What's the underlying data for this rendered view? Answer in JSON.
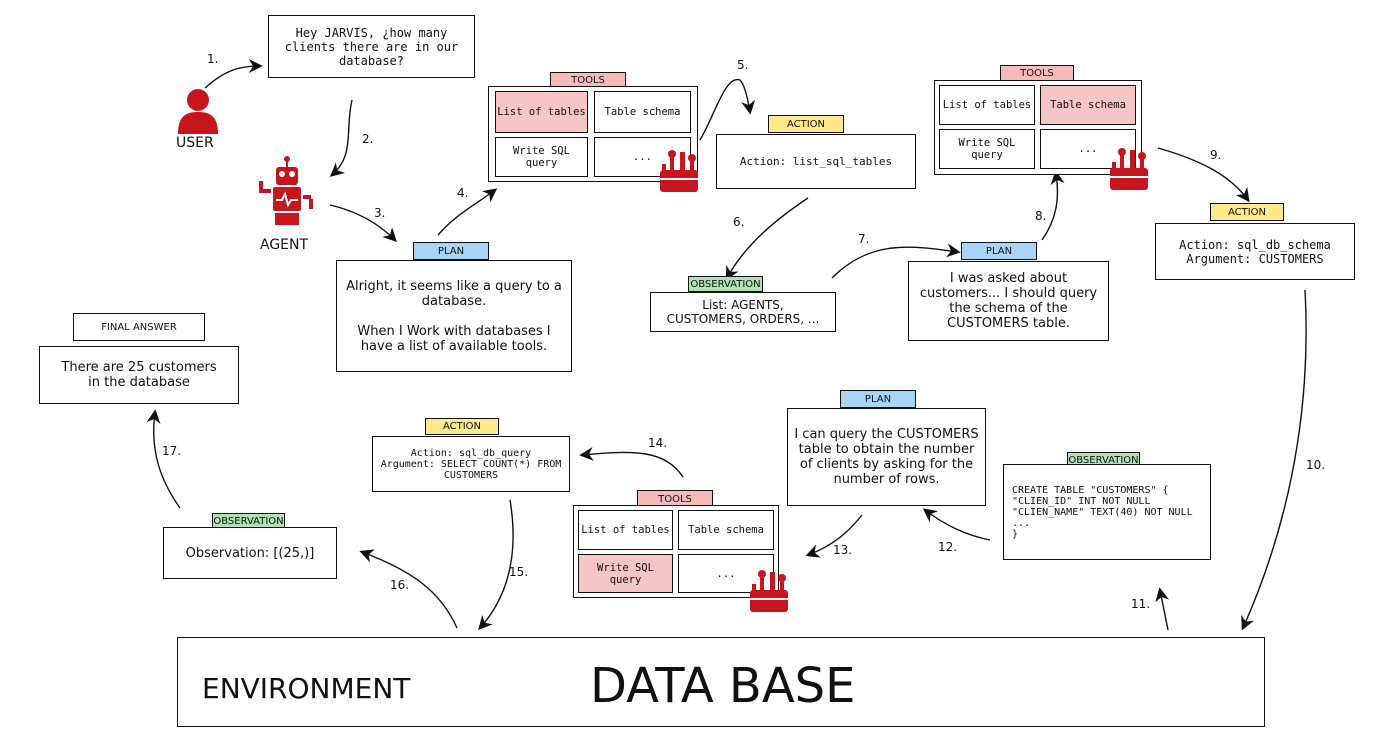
{
  "user_label": "USER",
  "agent_label": "AGENT",
  "question": "Hey JARVIS, ¿how many clients there are in our database?",
  "steps": [
    "1.",
    "2.",
    "3.",
    "4.",
    "5.",
    "6.",
    "7.",
    "8.",
    "9.",
    "10.",
    "11.",
    "12.",
    "13.",
    "14.",
    "15.",
    "16.",
    "17."
  ],
  "tags": {
    "tools": "TOOLS",
    "action": "ACTION",
    "plan": "PLAN",
    "observation": "OBSERVATION",
    "final_answer": "FINAL ANSWER"
  },
  "tools": {
    "list_of_tables": "List of tables",
    "table_schema": "Table schema",
    "write_sql_query": "Write SQL\nquery",
    "more": "..."
  },
  "plan1": "Alright, it seems like a query to a database.\n\nWhen I Work with databases I have a list of available tools.",
  "action1": "Action: list_sql_tables",
  "observation1": "List: AGENTS,\nCUSTOMERS, ORDERS, ...",
  "plan2": "I was asked about customers... I should query the schema of the CUSTOMERS table.",
  "action2": "Action: sql_db_schema\nArgument: CUSTOMERS",
  "observation2": "CREATE TABLE \"CUSTOMERS\" {\n\"CLIEN_ID\" INT NOT NULL\n\"CLIEN_NAME\" TEXT(40) NOT NULL\n...\n}",
  "plan3": "I can query the CUSTOMERS table to obtain the number of clients by asking for the number of rows.",
  "action3": "Action: sql_db_query\nArgument: SELECT COUNT(*) FROM\nCUSTOMERS",
  "observation3": "Observation: [(25,)]",
  "final_answer": "There are 25 customers\nin the database",
  "environment_label": "ENVIRONMENT",
  "database_label": "DATA BASE",
  "colors": {
    "icon_red": "#c8141c",
    "action_tag": "#fde98a",
    "plan_tag": "#a9d4f5",
    "observation_tag": "#aee3b4",
    "tools_tag": "#f6b9bc",
    "highlight_cell": "#f6c5c6"
  },
  "icons": [
    "user-icon",
    "robot-agent-icon",
    "toolbox-icon"
  ]
}
